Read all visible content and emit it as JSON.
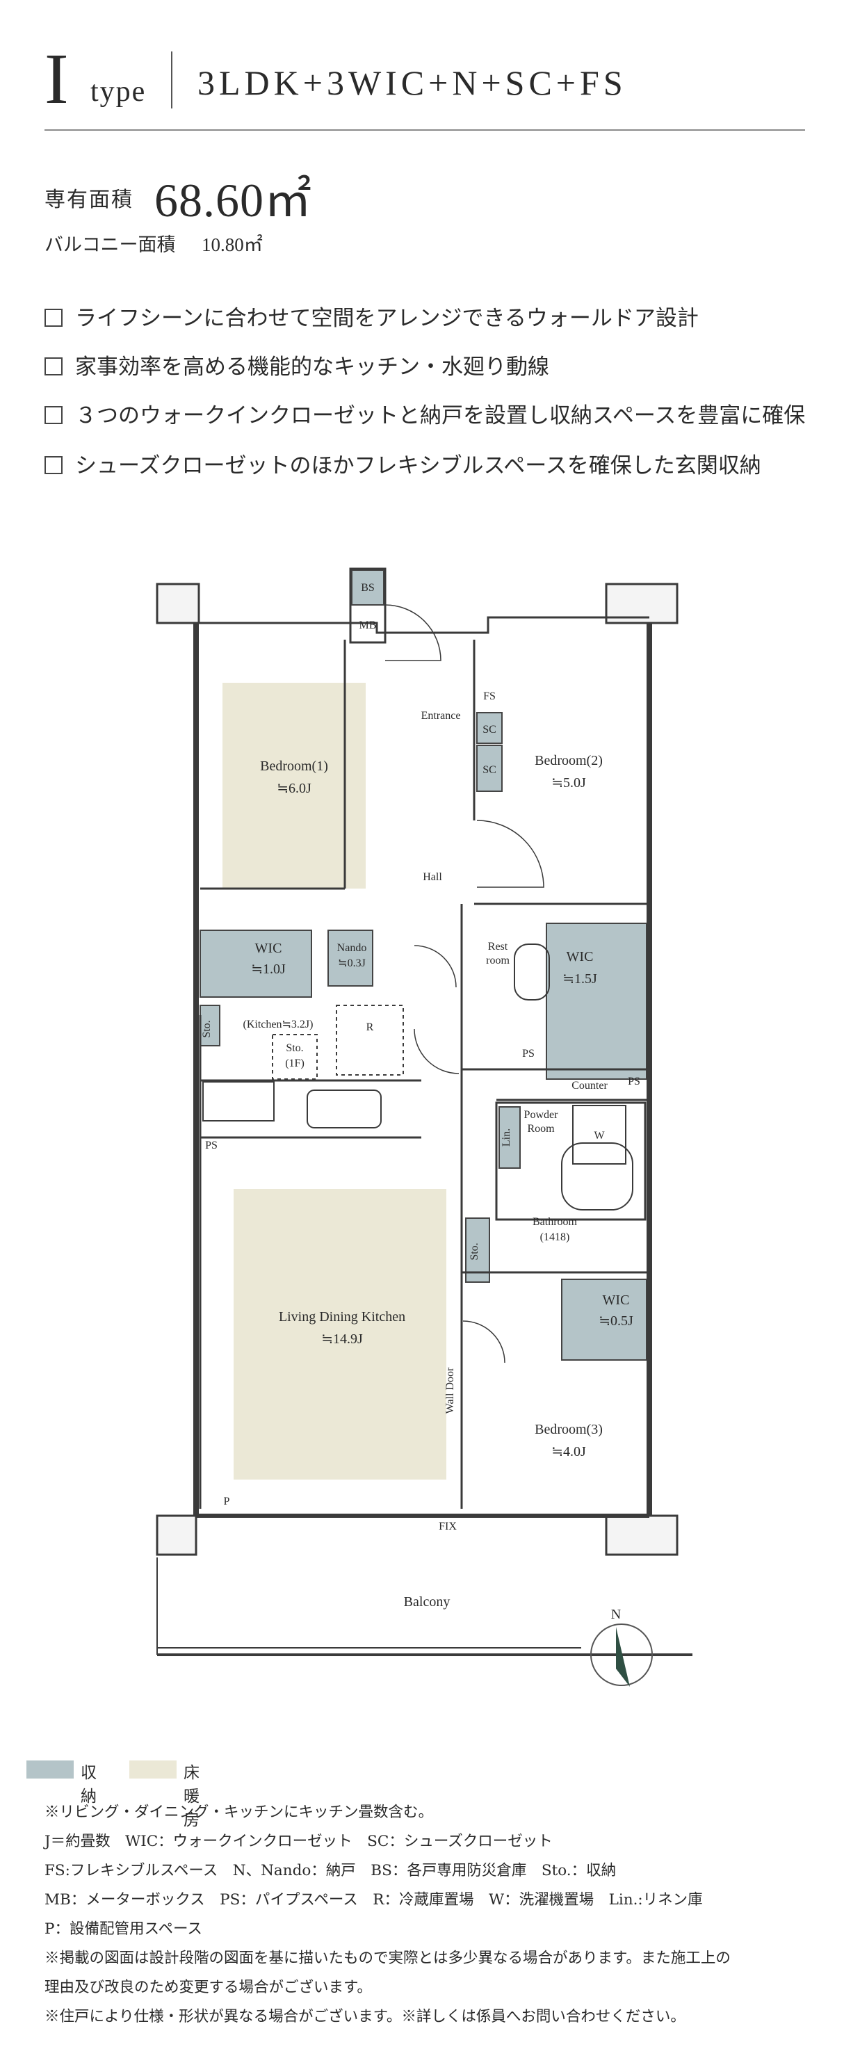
{
  "header": {
    "type_letter": "I",
    "type_word": "type",
    "layout": "3LDK+3WIC+N+SC+FS"
  },
  "area": {
    "label": "専有面積",
    "value": "68.60㎡",
    "balcony_label": "バルコニー面積",
    "balcony_value": "10.80㎡"
  },
  "features": [
    "ライフシーンに合わせて空間をアレンジできるウォールドア設計",
    "家事効率を高める機能的なキッチン・水廻り動線",
    "３つのウォークインクローゼットと納戸を設置し収納スペースを豊富に確保",
    "シューズクローゼットのほかフレキシブルスペースを確保した玄関収納"
  ],
  "plan": {
    "bedroom1": "Bedroom(1)",
    "bedroom1_size": "≒6.0J",
    "bedroom2": "Bedroom(2)",
    "bedroom2_size": "≒5.0J",
    "bedroom3": "Bedroom(3)",
    "bedroom3_size": "≒4.0J",
    "wic1": "WIC",
    "wic1_size": "≒1.0J",
    "nando": "Nando",
    "nando_size": "≒0.3J",
    "wic2": "WIC",
    "wic2_size": "≒1.5J",
    "wic3": "WIC",
    "wic3_size": "≒0.5J",
    "ldk": "Living Dining Kitchen",
    "ldk_size": "≒14.9J",
    "kitchen": "(Kitchen≒3.2J)",
    "entrance": "Entrance",
    "hall": "Hall",
    "restroom_1": "Rest",
    "restroom_2": "room",
    "powder_1": "Powder",
    "powder_2": "Room",
    "bathroom": "Bathroom",
    "bathroom_size": "(1418)",
    "balcony": "Balcony",
    "bs": "BS",
    "mb": "MB",
    "fs": "FS",
    "sc1": "SC",
    "sc2": "SC",
    "sto_kitchen": "Sto.",
    "sto_1f_a": "Sto.",
    "sto_1f_b": "(1F)",
    "sto_ldk": "Sto.",
    "r": "R",
    "ps1": "PS",
    "ps2": "PS",
    "ps3": "PS",
    "counter": "Counter",
    "w": "W",
    "lin": "Lin.",
    "wall_door": "Wall Door",
    "p": "P",
    "fix": "FIX",
    "north": "N"
  },
  "legend": {
    "storage": "収納",
    "floor_heating": "床暖房",
    "storage_color": "#b4c4c8",
    "floor_heating_color": "#ebe8d6"
  },
  "notes": [
    "※リビング・ダイニング・キッチンにキッチン畳数含む。",
    "J＝約畳数　WIC：ウォークインクローゼット　SC：シューズクローゼット",
    "FS:フレキシブルスペース　N、Nando：納戸　BS：各戸専用防災倉庫　Sto.：収納",
    "MB：メーターボックス　PS：パイプスペース　R：冷蔵庫置場　W：洗濯機置場　Lin.:リネン庫",
    "P：設備配管用スペース",
    "※掲載の図面は設計段階の図面を基に描いたもので実際とは多少異なる場合があります。また施工上の",
    "理由及び改良のため変更する場合がございます。",
    "※住戸により仕様・形状が異なる場合がございます。※詳しくは係員へお問い合わせください。"
  ]
}
